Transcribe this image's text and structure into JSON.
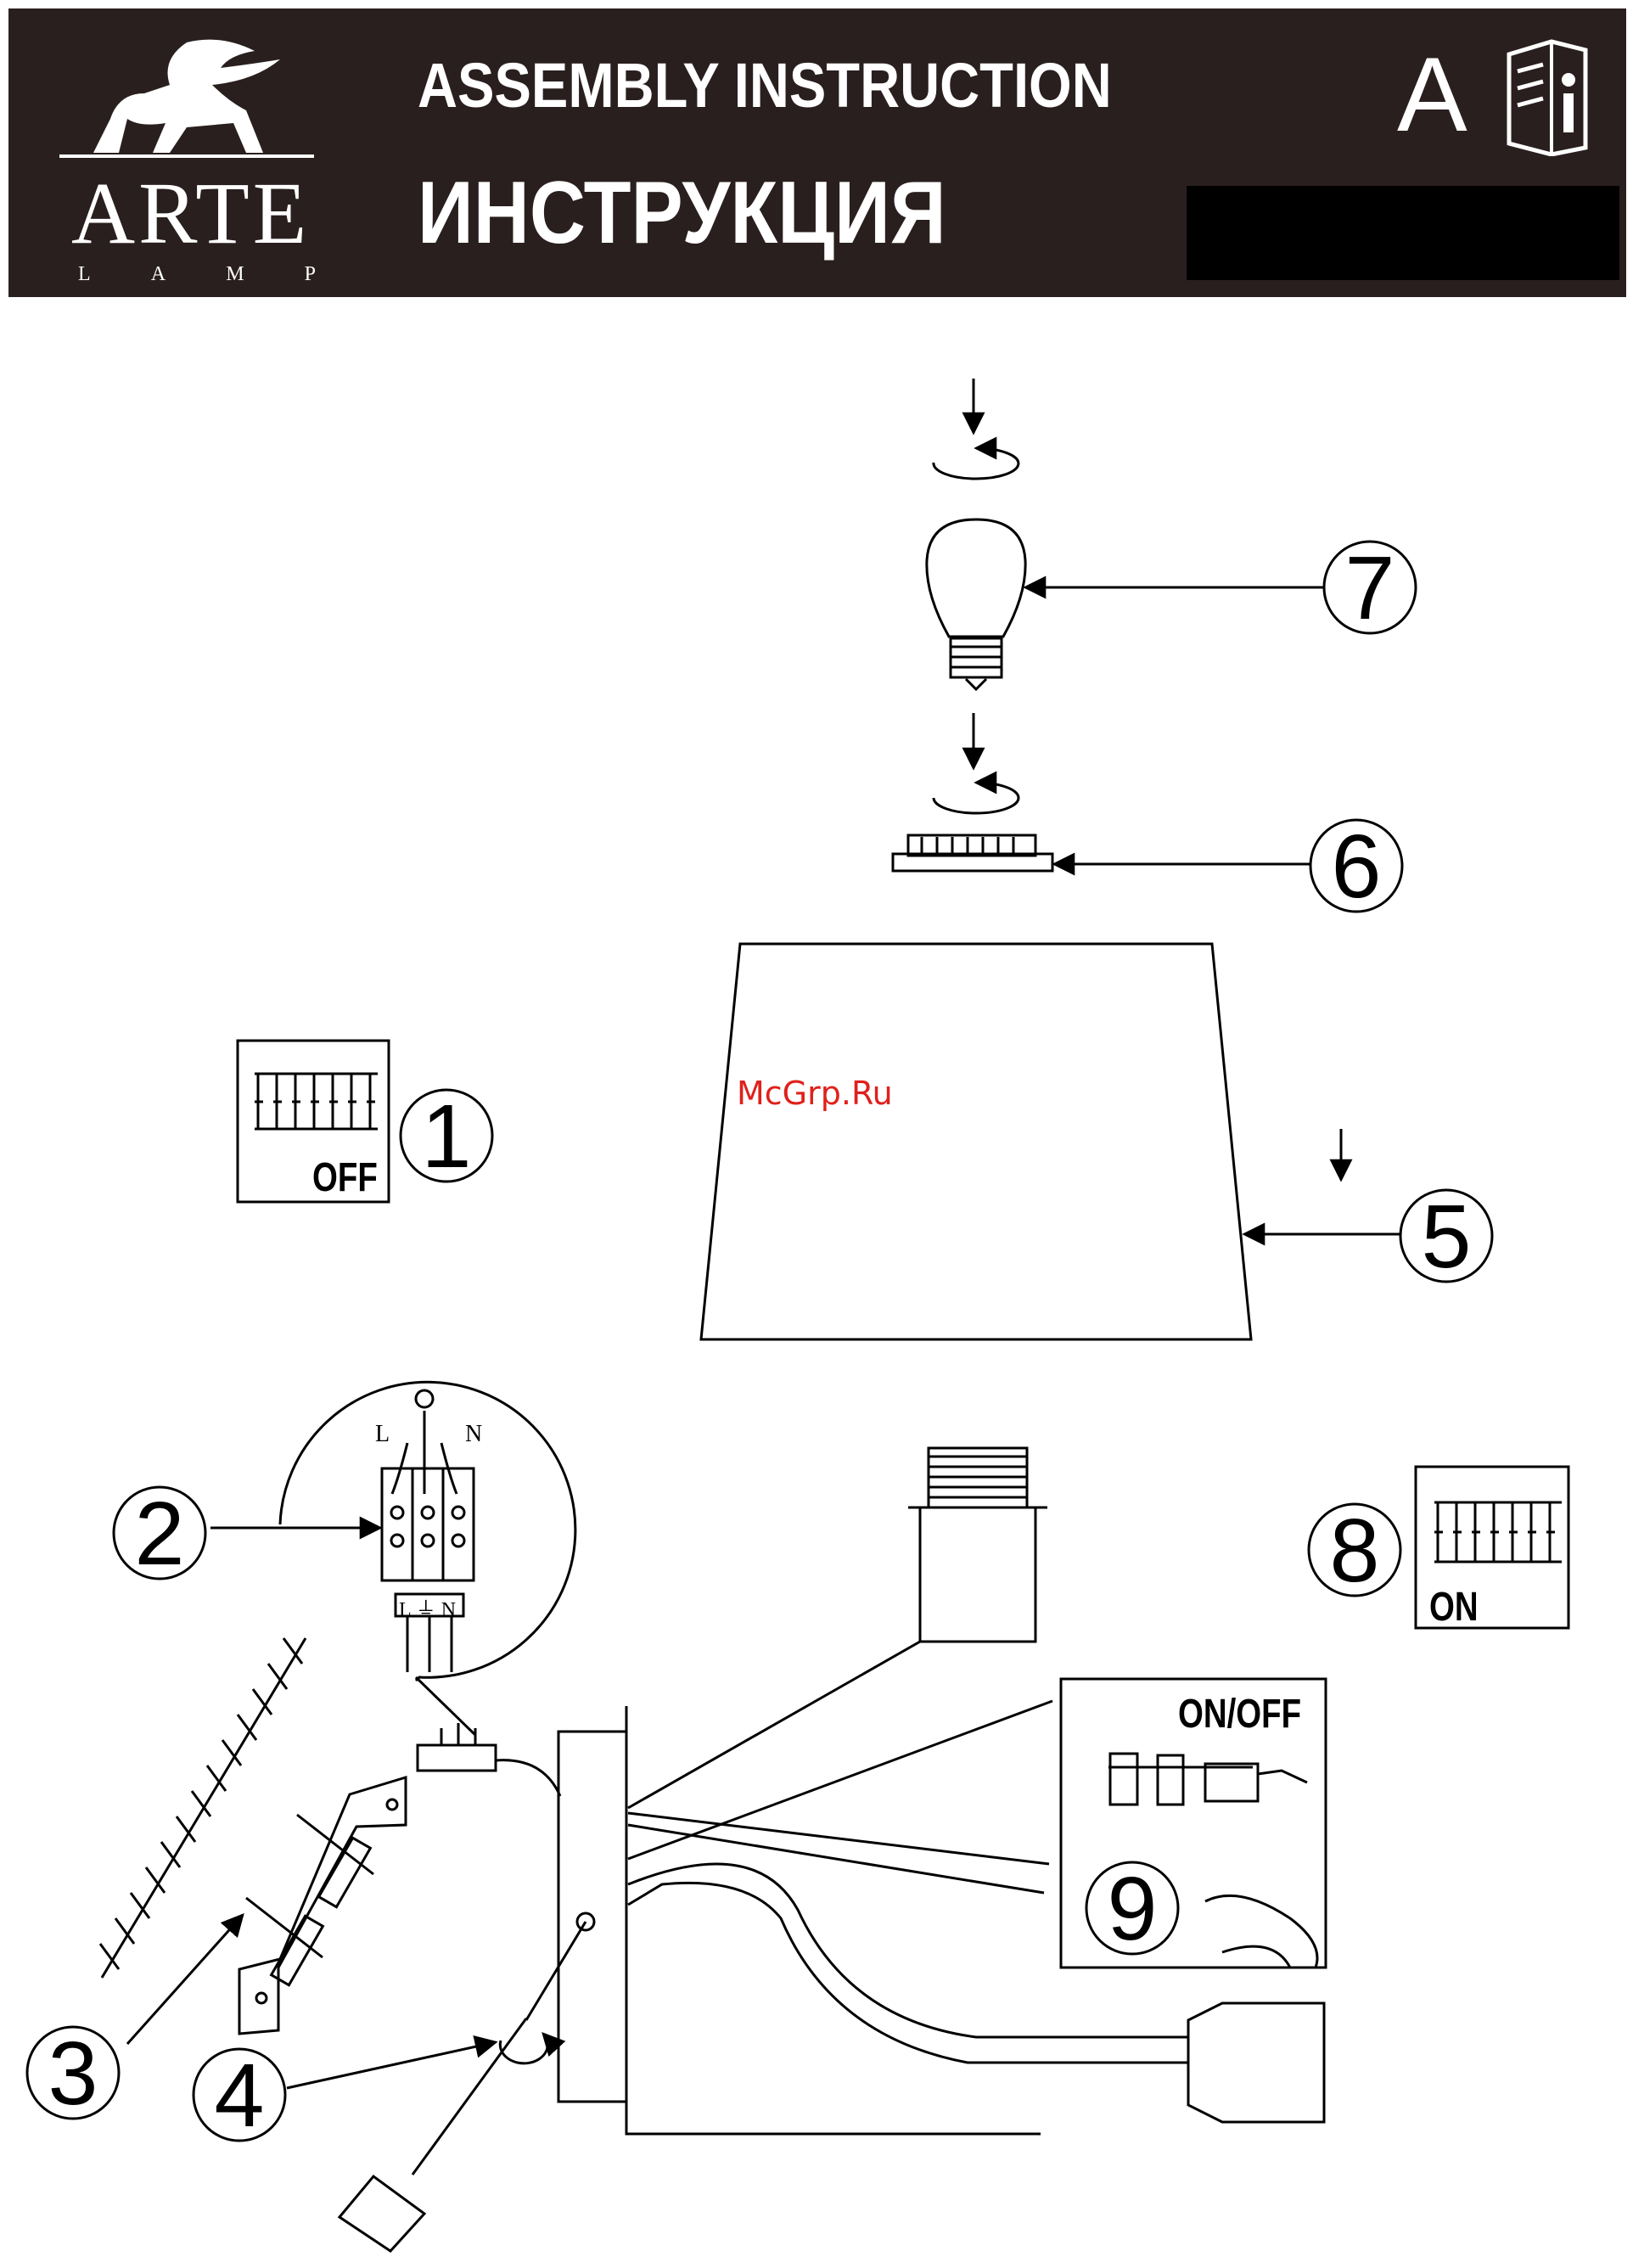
{
  "header": {
    "brand": "ARTE",
    "brand_sub": [
      "L",
      "A",
      "M",
      "P"
    ],
    "title_en": "ASSEMBLY INSTRUCTION",
    "title_ru": "ИНСТРУКЦИЯ",
    "doc_letter": "A",
    "info_icon": "manual-info-icon",
    "background_color": "#2a1f1f"
  },
  "callouts": {
    "c1": "1",
    "c2": "2",
    "c3": "3",
    "c4": "4",
    "c5": "5",
    "c6": "6",
    "c7": "7",
    "c8": "8",
    "c9": "9"
  },
  "labels": {
    "off": "OFF",
    "on": "ON",
    "on_off": "ON/OFF",
    "wire_l": "L",
    "wire_n": "N",
    "terminal": "L ⏚ N"
  },
  "watermark": "McGrp.Ru",
  "colors": {
    "watermark": "#e0201b"
  }
}
